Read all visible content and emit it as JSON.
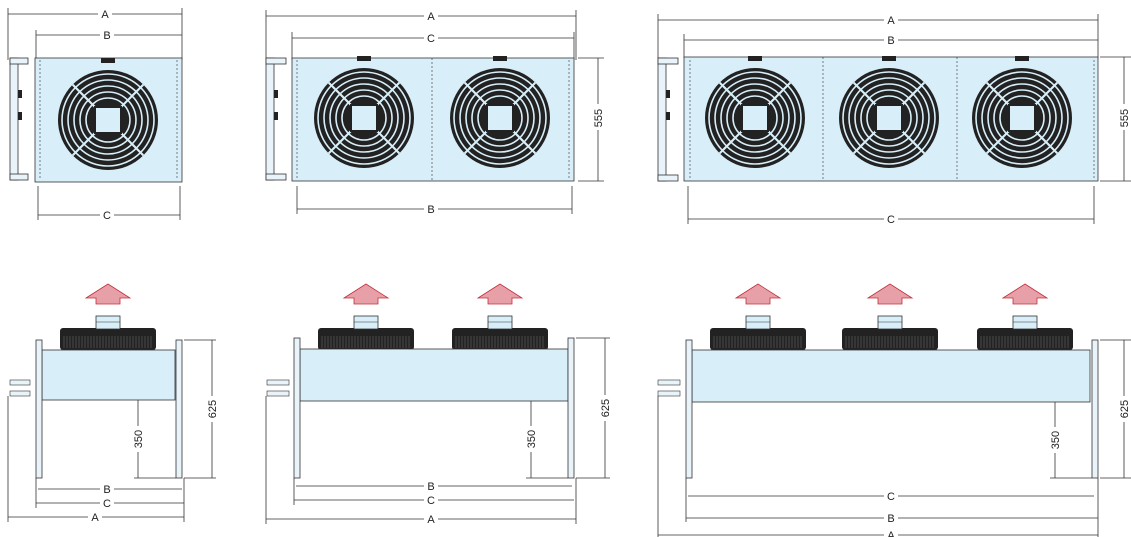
{
  "labels": {
    "A": "A",
    "B": "B",
    "C": "C"
  },
  "dimensions": {
    "height_top_view": "555",
    "height_side": "625",
    "leg_clearance": "350"
  },
  "models": [
    {
      "fans": 1
    },
    {
      "fans": 2
    },
    {
      "fans": 3
    }
  ],
  "colors": {
    "panel": "#d8eef8",
    "airflow_arrow": "#e8a0a8",
    "fan": "#222222",
    "line": "#333333"
  }
}
